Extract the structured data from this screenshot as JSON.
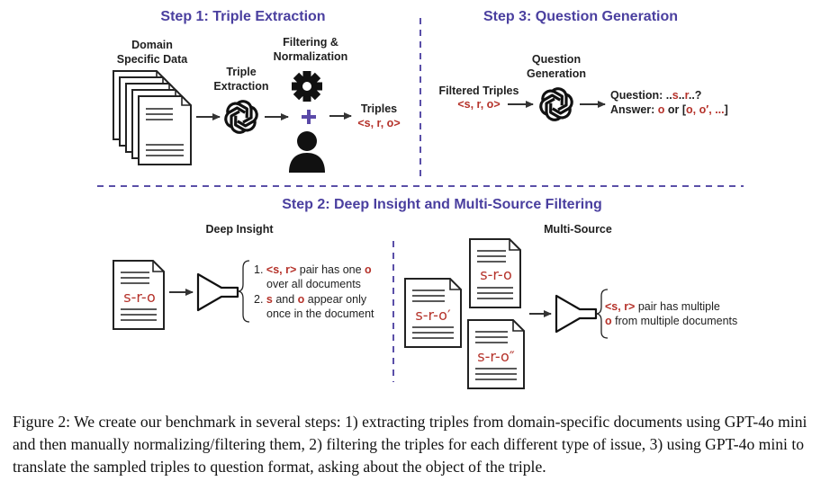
{
  "steps": {
    "step1": "Step 1: Triple Extraction",
    "step2": "Step 2: Deep Insight and Multi-Source Filtering",
    "step3": "Step 3: Question Generation"
  },
  "step1": {
    "domain_line1": "Domain",
    "domain_line2": "Specific Data",
    "extraction_line1": "Triple",
    "extraction_line2": "Extraction",
    "filtering_line1": "Filtering &",
    "filtering_line2": "Normalization",
    "triples_label": "Triples",
    "triples_value": "<s, r, o>"
  },
  "step3": {
    "filtered_label": "Filtered Triples",
    "filtered_value": "<s, r, o>",
    "qgen_line1": "Question",
    "qgen_line2": "Generation",
    "question_prefix": "Question: ..",
    "question_s": "s",
    "question_dot": "..",
    "question_r": "r",
    "question_end": "..?",
    "answer_prefix": "Answer: ",
    "answer_o": "o",
    "answer_or": " or [",
    "answer_list": "o, o′, ...",
    "answer_end": "]"
  },
  "deep_insight": {
    "title": "Deep Insight",
    "doc_text": "s-r-o",
    "rule1_num": "1. ",
    "rule1_sr": "<s, r>",
    "rule1_mid": " pair has one ",
    "rule1_o": "o",
    "rule1_line2": "over all documents",
    "rule2_num": "2. ",
    "rule2_s": "s",
    "rule2_and": " and ",
    "rule2_o": "o",
    "rule2_end": " appear only",
    "rule2_line2": "once in the document"
  },
  "multi_source": {
    "title": "Multi-Source",
    "doc1": "s-r-o",
    "doc2": "s-r-o′",
    "doc3": "s-r-o″",
    "rule_sr": "<s, r>",
    "rule_mid": " pair has multiple",
    "rule_o": "o",
    "rule_end": " from multiple documents"
  },
  "caption": "Figure 2: We create our benchmark in several steps: 1) extracting triples from domain-specific documents using GPT-4o mini and then manually normalizing/filtering them, 2) filtering the triples for each different type of issue, 3) using GPT-4o mini to translate the sampled triples to question format, asking about the object of the triple.",
  "icons": [
    "document-stack-icon",
    "openai-logo-icon",
    "gear-icon",
    "plus-icon",
    "person-icon",
    "arrow-icon",
    "filter-funnel-icon",
    "brace-icon"
  ],
  "colors": {
    "step_title": "#4a3f9f",
    "highlight": "#b5322a",
    "plus": "#5a49a8",
    "divider": "#5a4fa8"
  }
}
